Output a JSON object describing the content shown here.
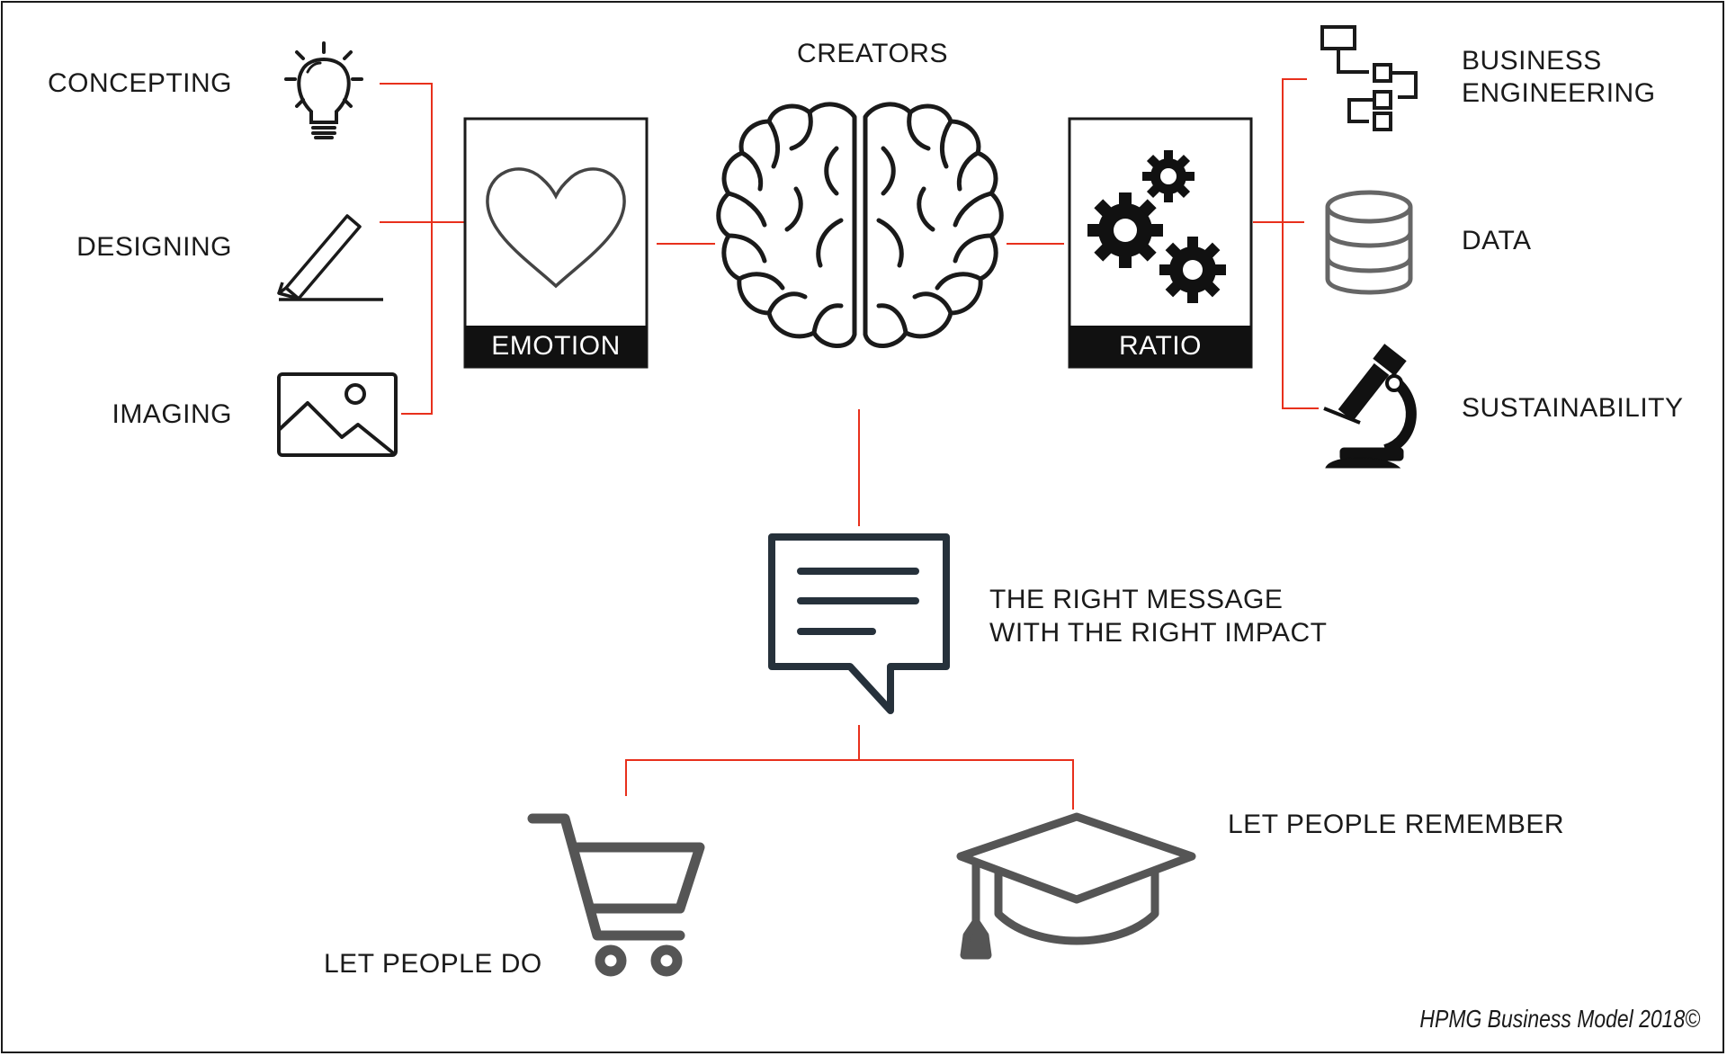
{
  "title": "CREATORS",
  "left_items": [
    {
      "label": "CONCEPTING",
      "icon": "lightbulb-icon"
    },
    {
      "label": "DESIGNING",
      "icon": "pencil-icon"
    },
    {
      "label": "IMAGING",
      "icon": "image-icon"
    }
  ],
  "emotion_box": {
    "label": "EMOTION",
    "icon": "heart-icon"
  },
  "ratio_box": {
    "label": "RATIO",
    "icon": "gears-icon"
  },
  "right_items": [
    {
      "label": "BUSINESS\nENGINEERING",
      "icon": "flowchart-icon"
    },
    {
      "label": "DATA",
      "icon": "database-icon"
    },
    {
      "label": "SUSTAINABILITY",
      "icon": "microscope-icon"
    }
  ],
  "message": {
    "label": "THE RIGHT MESSAGE\nWITH THE RIGHT IMPACT",
    "icon": "speech-bubble-icon"
  },
  "outcomes": [
    {
      "label": "LET PEOPLE DO",
      "icon": "shopping-cart-icon"
    },
    {
      "label": "LET PEOPLE REMEMBER",
      "icon": "graduation-cap-icon"
    }
  ],
  "caption": "HPMG Business Model 2018©",
  "colors": {
    "connector": "#e8301c",
    "ink": "#1a1a1a",
    "icon_gray": "#555555",
    "bubble": "#26313b"
  }
}
